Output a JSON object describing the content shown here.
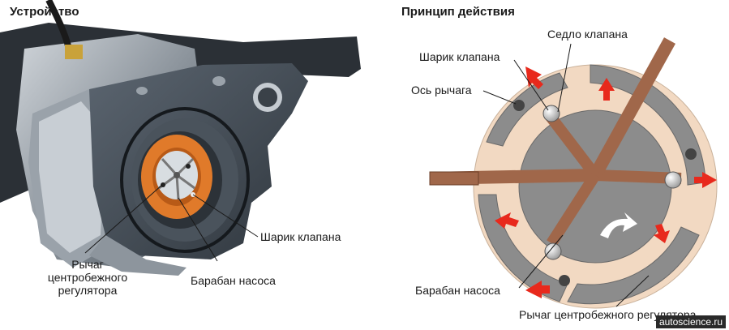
{
  "titles": {
    "left": "Устройство",
    "right": "Принцип действия"
  },
  "left_labels": {
    "valve_ball": "Шарик клапана",
    "lever_line1": "Рычаг",
    "lever_line2": "центробежного",
    "lever_line3": "регулятора",
    "pump_drum": "Барабан насоса"
  },
  "right_labels": {
    "valve_seat": "Седло клапана",
    "valve_ball": "Шарик клапана",
    "lever_axis": "Ось рычага",
    "pump_drum": "Барабан насоса",
    "lever": "Рычаг центробежного регулятора"
  },
  "watermark": "autoscience.ru",
  "colors": {
    "housing_dark": "#3e4852",
    "housing_mid": "#6d7882",
    "housing_light": "#b5bcc3",
    "orange": "#e07a2a",
    "ring_beige": "#f2d9c2",
    "disc_gray": "#8c8c8c",
    "rotor_brown": "#a0674a",
    "arrow_red": "#e8291c"
  }
}
